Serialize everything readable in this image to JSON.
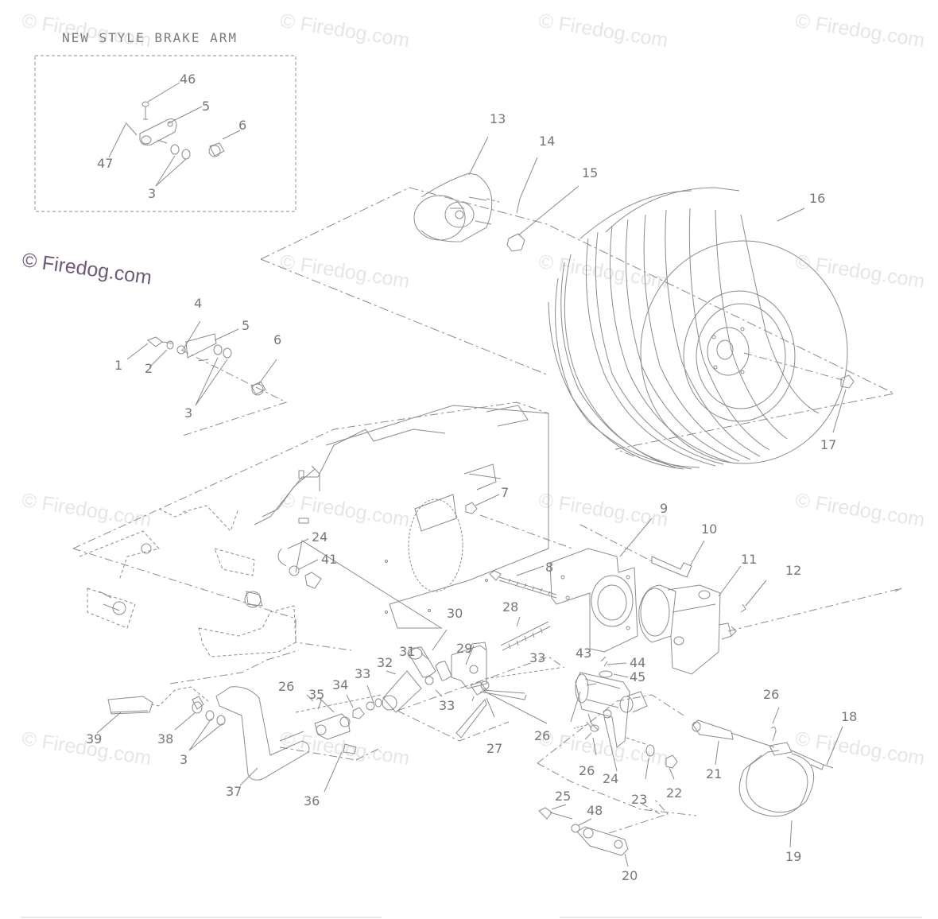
{
  "inset": {
    "title": "NEW STYLE BRAKE ARM"
  },
  "watermark": {
    "text": "© Firedog.com",
    "color": "#e6e6e6",
    "main_color": "#6e5a7a"
  },
  "line_color": "#8c8c8c",
  "callouts": {
    "c46": "46",
    "c5a": "5",
    "c47": "47",
    "c6a": "6",
    "c3a": "3",
    "c13": "13",
    "c14": "14",
    "c15": "15",
    "c16": "16",
    "c17": "17",
    "c4": "4",
    "c5b": "5",
    "c1": "1",
    "c2": "2",
    "c6b": "6",
    "c3b": "3",
    "c7": "7",
    "c9": "9",
    "c10": "10",
    "c11": "11",
    "c12": "12",
    "c8": "8",
    "c24a": "24",
    "c41": "41",
    "c30": "30",
    "c28": "28",
    "c29": "29",
    "c31": "31",
    "c32": "32",
    "c33a": "33",
    "c33b": "33",
    "c33c": "33",
    "c43": "43",
    "c44": "44",
    "c45": "45",
    "c26a": "26",
    "c35": "35",
    "c34": "34",
    "c26b": "26",
    "c26c": "26",
    "c27": "27",
    "c26d": "26",
    "c24b": "24",
    "c23": "23",
    "c22": "22",
    "c21": "21",
    "c18": "18",
    "c39": "39",
    "c38": "38",
    "c3c": "3",
    "c37": "37",
    "c36": "36",
    "c25": "25",
    "c48": "48",
    "c20": "20",
    "c19": "19"
  }
}
